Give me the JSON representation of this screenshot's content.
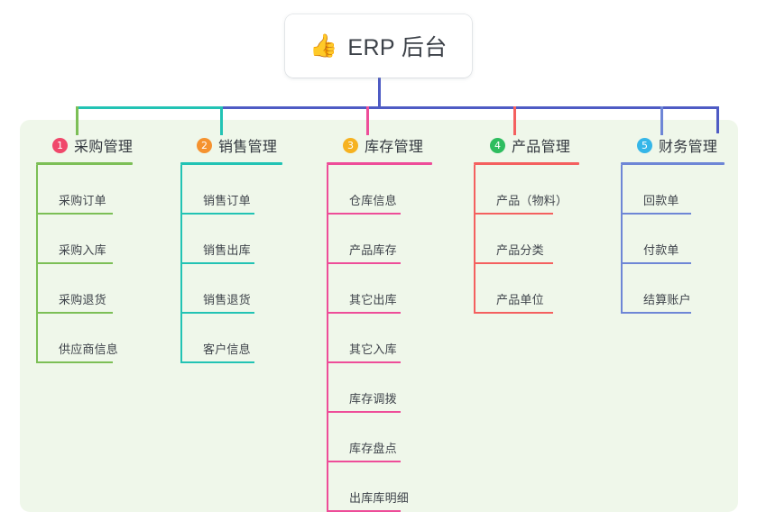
{
  "root": {
    "icon": "thumbs-up-icon",
    "emoji": "👍",
    "title": "ERP 后台"
  },
  "palette": {
    "panel_bg": "#eff7ea",
    "page_bg": "#ffffff",
    "root_stem": "#4e5bc4",
    "text": "#3f444b"
  },
  "branches": [
    {
      "number": "1",
      "title": "采购管理",
      "badge_color": "#f0486b",
      "line_color": "#7cbf56",
      "items": [
        "采购订单",
        "采购入库",
        "采购退货",
        "供应商信息"
      ]
    },
    {
      "number": "2",
      "title": "销售管理",
      "badge_color": "#f5922f",
      "line_color": "#22c3b4",
      "items": [
        "销售订单",
        "销售出库",
        "销售退货",
        "客户信息"
      ]
    },
    {
      "number": "3",
      "title": "库存管理",
      "badge_color": "#f6b220",
      "line_color": "#ee4d99",
      "items": [
        "仓库信息",
        "产品库存",
        "其它出库",
        "其它入库",
        "库存调拨",
        "库存盘点",
        "出库库明细"
      ]
    },
    {
      "number": "4",
      "title": "产品管理",
      "badge_color": "#2ebd5f",
      "line_color": "#f4605f",
      "items": [
        "产品（物料）",
        "产品分类",
        "产品单位"
      ]
    },
    {
      "number": "5",
      "title": "财务管理",
      "badge_color": "#35b6e8",
      "line_color": "#6e86d6",
      "items": [
        "回款单",
        "付款单",
        "结算账户"
      ]
    }
  ]
}
